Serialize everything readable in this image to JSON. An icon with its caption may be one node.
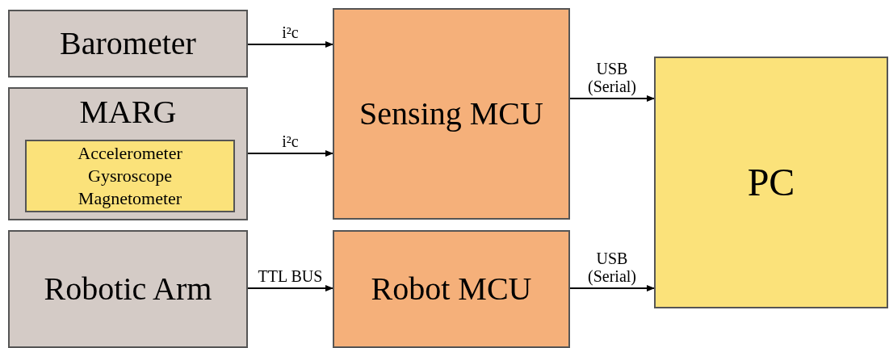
{
  "diagram": {
    "nodes": [
      {
        "text": [
          "Barometer"
        ]
      },
      {
        "text": [
          "MARG"
        ]
      },
      {
        "text": [
          "Accelerometer",
          "Gysroscope",
          "Magnetometer"
        ],
        "in": 1
      },
      {
        "text": [
          "Robotic Arm"
        ]
      },
      {
        "text": [
          "Sensing MCU"
        ]
      },
      {
        "text": [
          "Robot MCU"
        ]
      },
      {
        "text": [
          "PC"
        ]
      }
    ],
    "edges": [
      {
        "from": 0,
        "to": 4,
        "arrow": "to",
        "label": "i²c"
      },
      {
        "from": 1,
        "to": 4,
        "arrow": "to",
        "label": "i²c"
      },
      {
        "from": 3,
        "to": 5,
        "arrow": "to",
        "label": "TTL BUS"
      },
      {
        "from": 4,
        "to": 6,
        "arrow": "to",
        "label": "USB (Serial)"
      },
      {
        "from": 5,
        "to": 6,
        "arrow": "to",
        "label": "USB (Serial)"
      }
    ]
  }
}
